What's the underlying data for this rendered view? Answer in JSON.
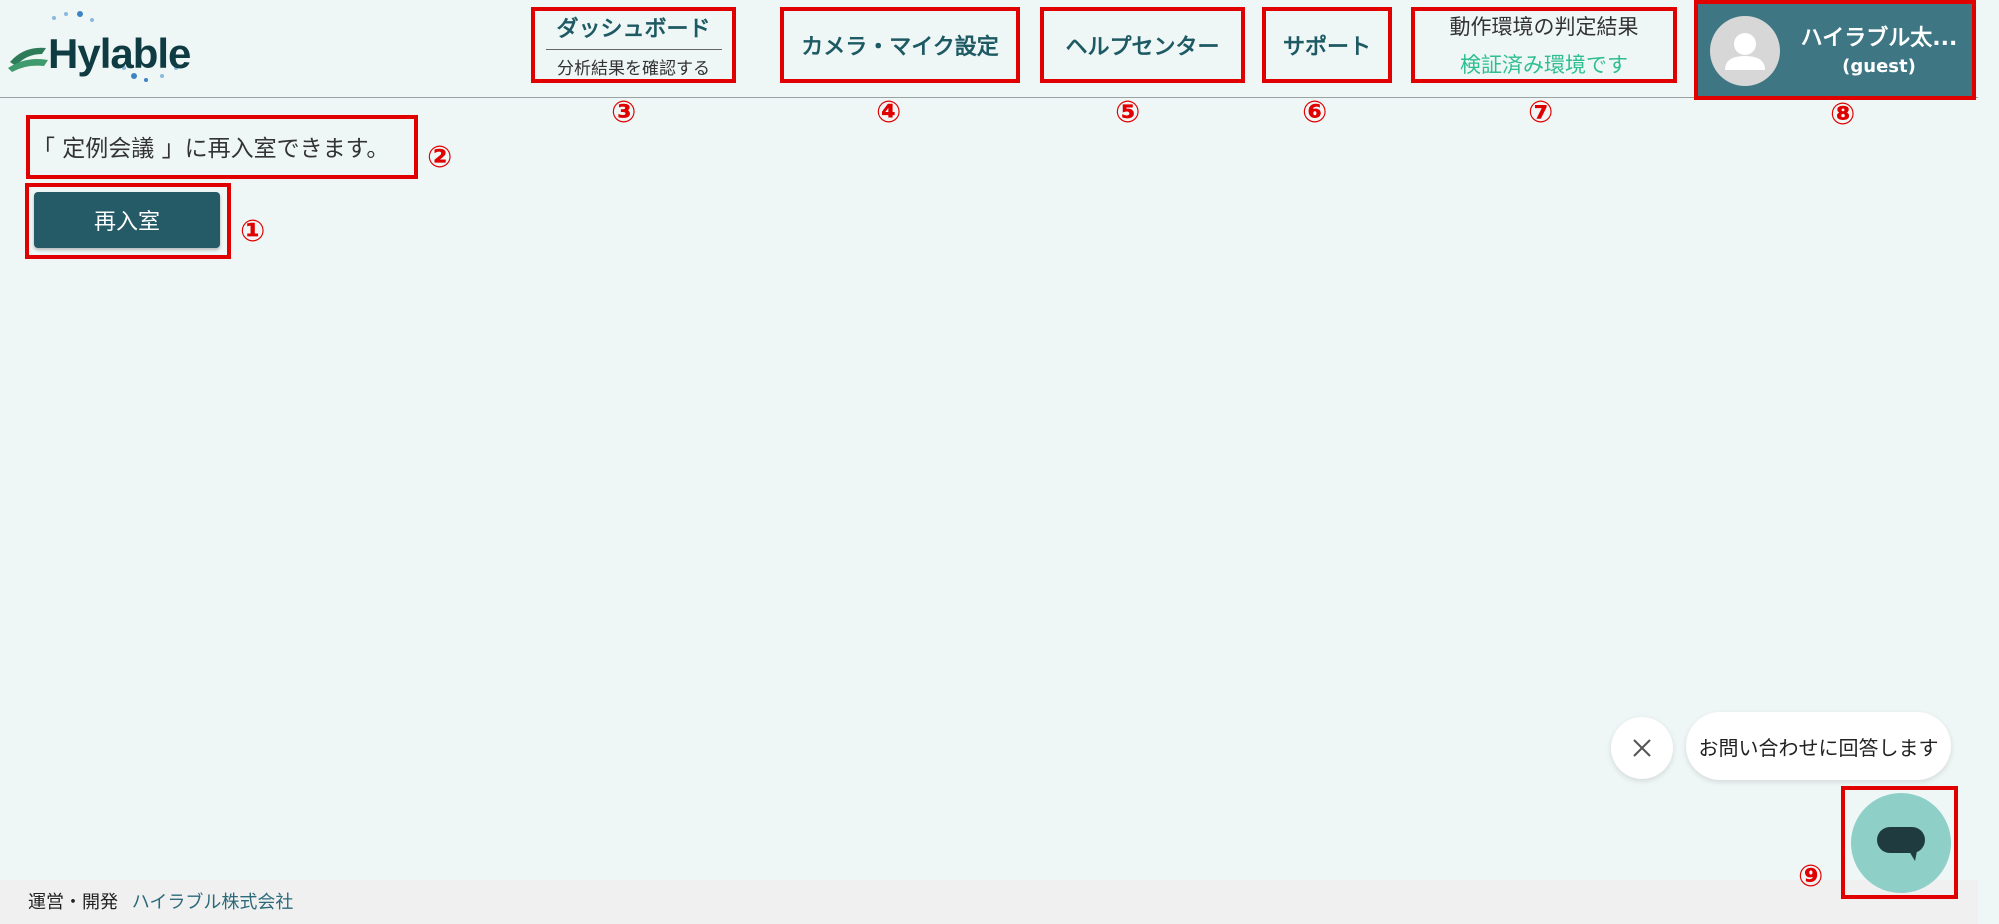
{
  "header": {
    "logo_text": "Hylable",
    "nav": {
      "dashboard": {
        "label": "ダッシュボード",
        "sublabel": "分析結果を確認する"
      },
      "camera_mic": {
        "label": "カメラ・マイク設定"
      },
      "help_center": {
        "label": "ヘルプセンター"
      },
      "support": {
        "label": "サポート"
      },
      "env_check": {
        "label": "動作環境の判定結果",
        "status": "検証済み環境です"
      }
    },
    "user": {
      "name": "ハイラブル太...",
      "role": "(guest)"
    }
  },
  "main": {
    "message": "「 定例会議 」に再入室できます。",
    "rejoin_label": "再入室"
  },
  "chat": {
    "bubble_text": "お問い合わせに回答します"
  },
  "footer": {
    "prefix": "運営・開発",
    "company": "ハイラブル株式会社"
  },
  "annotations": [
    "①",
    "②",
    "③",
    "④",
    "⑤",
    "⑥",
    "⑦",
    "⑧",
    "⑨"
  ],
  "colors": {
    "background": "#eff7f6",
    "primary": "#255a67",
    "nav_text": "#1e5a64",
    "status_ok": "#2fbf8e",
    "highlight": "#e00000",
    "chat_fab": "#8ecfc8"
  }
}
